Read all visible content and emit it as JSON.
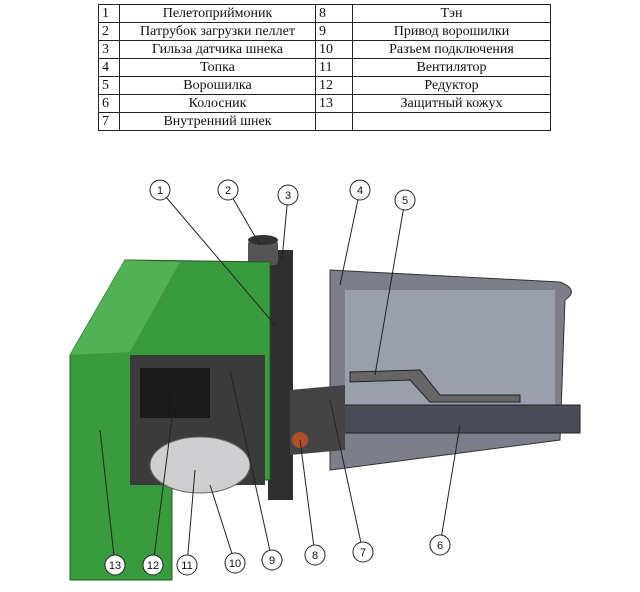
{
  "legend": [
    {
      "n": "1",
      "label": "Пелетоприймоник"
    },
    {
      "n": "2",
      "label": "Патрубок загрузки пеллет"
    },
    {
      "n": "3",
      "label": "Гильза датчика шнека"
    },
    {
      "n": "4",
      "label": "Топка"
    },
    {
      "n": "5",
      "label": "Ворошилка"
    },
    {
      "n": "6",
      "label": "Колосник"
    },
    {
      "n": "7",
      "label": "Внутренний шнек"
    },
    {
      "n": "8",
      "label": "Тэн"
    },
    {
      "n": "9",
      "label": "Привод ворошилки"
    },
    {
      "n": "10",
      "label": "Разъем подключения"
    },
    {
      "n": "11",
      "label": "Вентилятор"
    },
    {
      "n": "12",
      "label": "Редуктор"
    },
    {
      "n": "13",
      "label": "Защитный кожух"
    }
  ],
  "callouts": [
    "1",
    "2",
    "3",
    "4",
    "5",
    "6",
    "7",
    "8",
    "9",
    "10",
    "11",
    "12",
    "13"
  ],
  "colors": {
    "housing": "#3a9a3e",
    "metal": "#8a8d96",
    "dark": "#2a2a2a"
  }
}
